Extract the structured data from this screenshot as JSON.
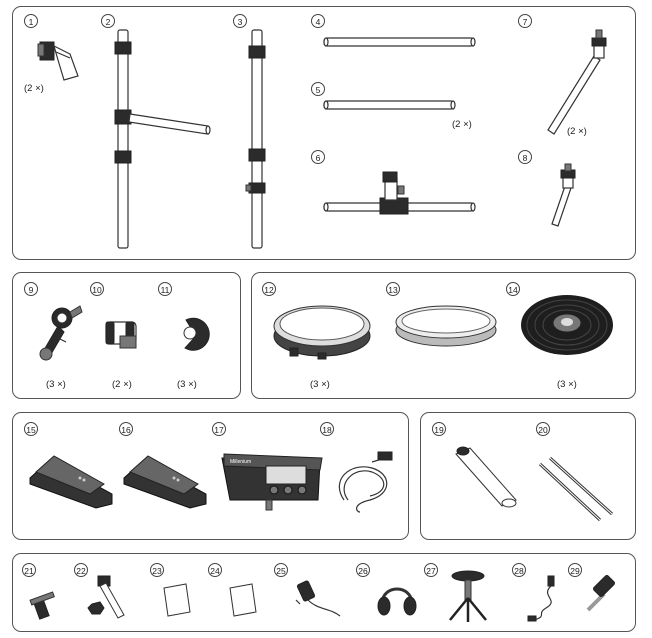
{
  "parts": [
    {
      "num": "1",
      "qty": "(2 ×)"
    },
    {
      "num": "2",
      "qty": ""
    },
    {
      "num": "3",
      "qty": ""
    },
    {
      "num": "4",
      "qty": ""
    },
    {
      "num": "5",
      "qty": "(2 ×)"
    },
    {
      "num": "6",
      "qty": ""
    },
    {
      "num": "7",
      "qty": "(2 ×)"
    },
    {
      "num": "8",
      "qty": ""
    },
    {
      "num": "9",
      "qty": "(3 ×)"
    },
    {
      "num": "10",
      "qty": "(2 ×)"
    },
    {
      "num": "11",
      "qty": "(3 ×)"
    },
    {
      "num": "12",
      "qty": "(3 ×)"
    },
    {
      "num": "13",
      "qty": ""
    },
    {
      "num": "14",
      "qty": "(3 ×)"
    },
    {
      "num": "15",
      "qty": ""
    },
    {
      "num": "16",
      "qty": ""
    },
    {
      "num": "17",
      "qty": ""
    },
    {
      "num": "18",
      "qty": ""
    },
    {
      "num": "19",
      "qty": ""
    },
    {
      "num": "20",
      "qty": ""
    },
    {
      "num": "21",
      "qty": ""
    },
    {
      "num": "22",
      "qty": ""
    },
    {
      "num": "23",
      "qty": ""
    },
    {
      "num": "24",
      "qty": ""
    },
    {
      "num": "25",
      "qty": ""
    },
    {
      "num": "26",
      "qty": ""
    },
    {
      "num": "27",
      "qty": ""
    },
    {
      "num": "28",
      "qty": ""
    },
    {
      "num": "29",
      "qty": ""
    }
  ],
  "module_brand": "Millenium",
  "icons": [
    "clamp",
    "rack-pole-with-arm",
    "rack-pole",
    "crossbar-long",
    "crossbar-short",
    "crossbar-with-holder",
    "cymbal-arm",
    "tom-holder",
    "multi-clamp",
    "pipe-clamp",
    "cable-clip",
    "pad",
    "snare-pad",
    "cymbal",
    "kick-pedal",
    "hihat-controller",
    "drum-module",
    "cable-harness",
    "power-supply",
    "drumsticks",
    "drum-key",
    "bolt-and-nut",
    "manual",
    "quick-guide",
    "power-adapter",
    "headphones",
    "drum-throne",
    "audio-cable",
    "jack-adapter"
  ]
}
